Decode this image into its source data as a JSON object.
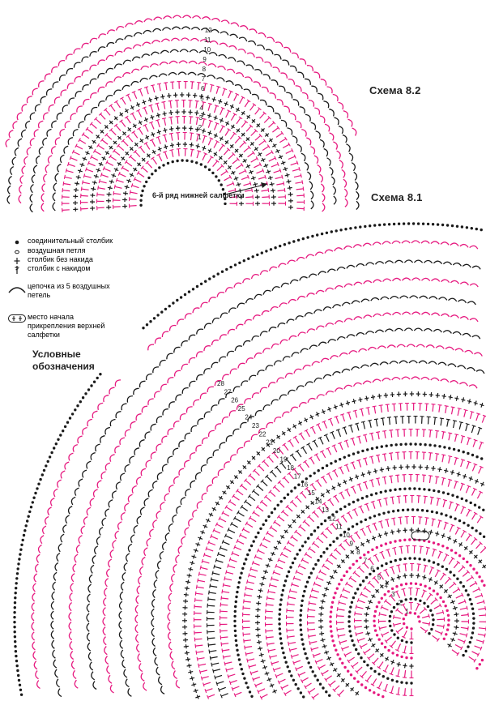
{
  "schemes": {
    "top_title": "Схема 8.2",
    "bottom_title": "Схема 8.1",
    "annotation": "6-й ряд нижней салфетки",
    "top_row_numbers": [
      "1",
      "2",
      "3",
      "4",
      "5",
      "6",
      "7",
      "8",
      "9",
      "10",
      "11",
      "12"
    ],
    "bottom_row_numbers": [
      "1",
      "2",
      "3",
      "4",
      "5",
      "6",
      "7",
      "8",
      "9",
      "10",
      "11",
      "12",
      "13",
      "14",
      "15",
      "16",
      "17",
      "18",
      "19",
      "20",
      "21",
      "22",
      "23",
      "24",
      "25",
      "26",
      "27",
      "28"
    ]
  },
  "legend": {
    "title_line1": "Условные",
    "title_line2": "обозначения",
    "items": [
      {
        "symbol": "slip-stitch",
        "label": "соединительный столбик"
      },
      {
        "symbol": "chain-stitch",
        "label": "воздушная петля"
      },
      {
        "symbol": "single-crochet",
        "label": "столбик без накида"
      },
      {
        "symbol": "double-crochet",
        "label": "столбик с накидом"
      },
      {
        "symbol": "chain-arc",
        "label": "цепочка из 5 воздушных петель"
      },
      {
        "symbol": "attach-mark",
        "label": "место начала прикрепления верхней салфетки"
      }
    ]
  },
  "colors": {
    "pink": "#e6197f",
    "dark": "#1a1a1a",
    "text": "#222222"
  }
}
